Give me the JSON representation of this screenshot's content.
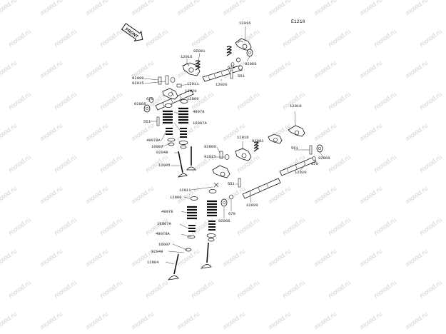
{
  "diagram": {
    "code": "E1210",
    "front_badge": "FRONT",
    "watermark": "motod.ru",
    "labels": {
      "l12016_a": "12016",
      "l92081_a": "92081",
      "l12016_b": "12016",
      "l92066_a": "92066",
      "l670_a": "670",
      "l551_a": "551",
      "l92009_a": "92009",
      "l92015_a": "92015",
      "l12011_a": "12011",
      "l12020_a": "12020",
      "l12020_b": "12020",
      "l670_b": "670",
      "l12009_a": "12009",
      "l92066_b": "92066",
      "l49078_a": "49078",
      "l551_b": "551",
      "l16007A_a": "16007A",
      "l49078A_a": "49078A",
      "l16007_a": "16007",
      "l92049_a": "92049",
      "l12005": "12005",
      "l12016_c": "12016",
      "l12016_d": "12016",
      "l92081_b": "92081",
      "l92009_b": "92009",
      "l92015_b": "92015",
      "l551_c": "551",
      "l12020_c": "12020",
      "l670_c": "670",
      "l92066_c": "92066",
      "l12011_b": "12011",
      "l12009_b": "12009",
      "l551_d": "551",
      "l12020_d": "12020",
      "l670_d": "670",
      "l92066_d": "92066",
      "l49078_b": "49078",
      "l16007A_b": "16007A",
      "l49078A_b": "49078A",
      "l16007_b": "16007",
      "l92049_b": "92049",
      "l12004": "12004"
    }
  }
}
